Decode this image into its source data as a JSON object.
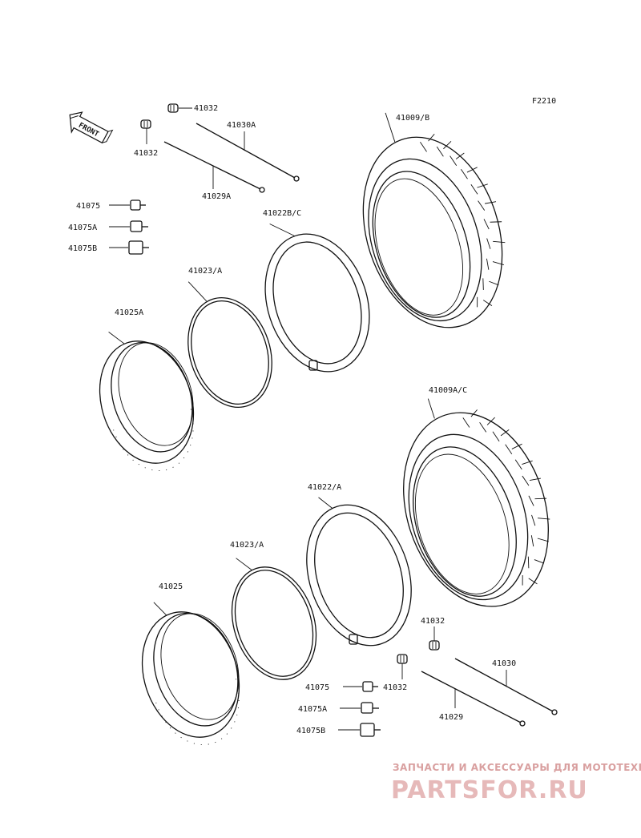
{
  "figure_code": "F2210",
  "front_arrow_label": "FRONT",
  "labels": {
    "l41032_top": "41032",
    "l41030A": "41030A",
    "l41032_left": "41032",
    "l41029A": "41029A",
    "l41009B": "41009/B",
    "l41075": "41075",
    "l41075A": "41075A",
    "l41075B": "41075B",
    "l41022BC": "41022B/C",
    "l41023A_top": "41023/A",
    "l41025A": "41025A",
    "l41009AC": "41009A/C",
    "l41022A": "41022/A",
    "l41023A_bottom": "41023/A",
    "l41025": "41025",
    "l41032_b1": "41032",
    "l41030": "41030",
    "l41032_b2": "41032",
    "l41075_b": "41075",
    "l41075A_b": "41075A",
    "l41029": "41029",
    "l41075B_b": "41075B"
  },
  "watermark": {
    "tagline": "ЗАПЧАСТИ И АКСЕССУАРЫ ДЛЯ МОТОТЕХНИКИ",
    "brand": "PARTSFOR.RU"
  },
  "colors": {
    "line": "#111111",
    "watermark": "#e6b9b9"
  }
}
